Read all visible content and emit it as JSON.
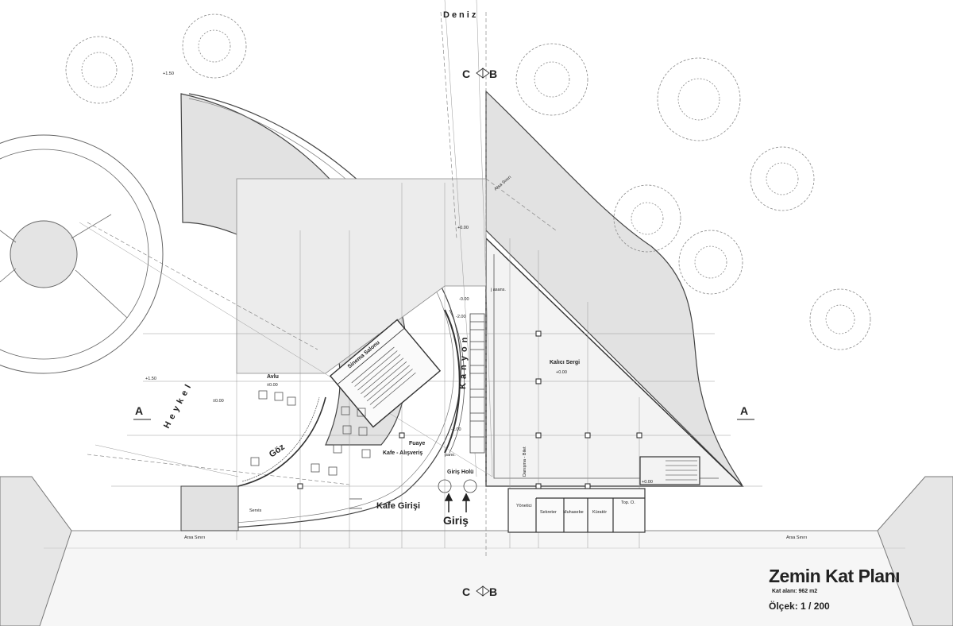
{
  "title": "Zemin Kat Planı",
  "floor_area": "Kat alanı: 962 m2",
  "scale": "Ölçek: 1 / 200",
  "labels": {
    "deniz": "Deniz",
    "heykel": "Heykel",
    "kanyon": "Kanyon",
    "goz": "Göz",
    "sinema": "Sinema Salonu",
    "avlu": "Avlu",
    "avlu_level": "±0.00",
    "fuaye": "Fuaye",
    "kafe_alisveris": "Kafe - Alışveriş",
    "giris_holu": "Giriş Holü",
    "kafe_girisi": "Kafe Girişi",
    "giris": "Giriş",
    "kalici_sergi": "Kalıcı Sergi",
    "kalici_level": "+0.00",
    "danisma": "Danışma - Bilet",
    "yonetici": "Yönetici",
    "sekreter": "Sekreter",
    "muhasebe": "Muhasebe",
    "kurator": "Küratör",
    "top_o": "Top. O.",
    "servis": "Servis",
    "arsa_siniri_left": "Arsa Sınırı",
    "arsa_siniri_right": "Arsa Sınırı",
    "arsa_siniri_top": "Arsa Sınırı",
    "section_a_left": "A",
    "section_a_right": "A",
    "section_c_top": "C",
    "section_b_top": "B",
    "section_c_bottom": "C",
    "section_b_bottom": "B",
    "lvl_plus150_top": "+1.50",
    "lvl_plus150_left": "+1.50",
    "lvl_000_left": "±0.00",
    "lvl_000_ramp": "+0.00",
    "lvl_000_b": "-0.00",
    "lvl_minus200_a": "-2.00",
    "lvl_minus200_b": "-2.00",
    "lvl_000_stair": "+0.00",
    "asansor": "j asans.",
    "pano": "pano."
  }
}
